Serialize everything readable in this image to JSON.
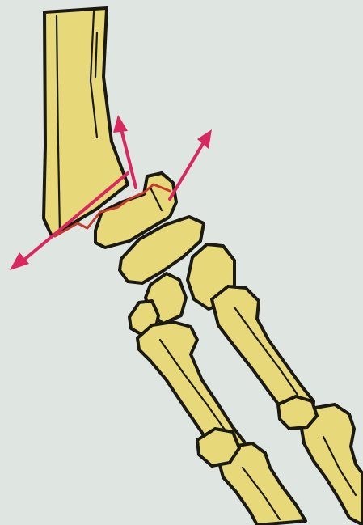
{
  "colors": {
    "background": "#dfe5e1",
    "bone": "#e7d87a",
    "ink": "#1b1a12",
    "arrow": "#d9285f",
    "fracture": "#c63a2c"
  },
  "icons": {
    "arrows": [
      "arrow-lower-left",
      "arrow-up",
      "arrow-upper-right"
    ],
    "bones": [
      "radius-shaft",
      "distal-fragment",
      "carpal-bones",
      "metacarpals",
      "phalanges"
    ]
  }
}
